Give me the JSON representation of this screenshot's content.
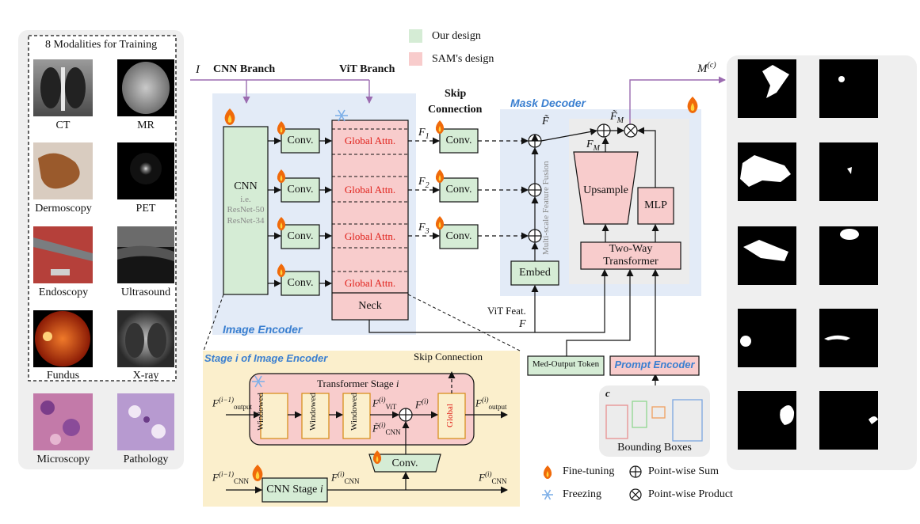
{
  "modalities": {
    "title": "8 Modalities for Training",
    "training": [
      "CT",
      "MR",
      "Dermoscopy",
      "PET",
      "Endoscopy",
      "Ultrasound",
      "Fundus",
      "X-ray"
    ],
    "extra": [
      "Microscopy",
      "Pathology"
    ]
  },
  "legend": {
    "our_design": "Our design",
    "sam_design": "SAM's design",
    "fine_tuning": "Fine-tuning",
    "freezing": "Freezing",
    "point_sum": "Point-wise Sum",
    "point_product": "Point-wise Product",
    "colors": {
      "our": "#d5ecd5",
      "sam": "#f8cccc"
    }
  },
  "encoder": {
    "input": "I",
    "cnn_branch": "CNN Branch",
    "vit_branch": "ViT Branch",
    "skip_connection_line1": "Skip",
    "skip_connection_line2": "Connection",
    "cnn": "CNN",
    "cnn_ie": "i.e.",
    "cnn_r50": "ResNet-50",
    "cnn_r34": "ResNet-34",
    "conv": "Conv.",
    "global_attn": "Global Attn.",
    "neck": "Neck",
    "title": "Image Encoder",
    "f1": "F",
    "f1_sub": "1",
    "f2": "F",
    "f2_sub": "2",
    "f3": "F",
    "f3_sub": "3",
    "vit_feat": "ViT Feat.",
    "f": "F"
  },
  "decoder": {
    "title": "Mask Decoder",
    "msf": "Multi-scale Feature Fusion",
    "embed": "Embed",
    "upsample": "Upsample",
    "mlp": "MLP",
    "twoway1": "Two-Way",
    "twoway2": "Transformer",
    "f_tilde": "F̃",
    "fm_tilde": "F̃",
    "fm_sub": "M",
    "fm": "F",
    "output_label": "M",
    "output_sup": "(c)"
  },
  "prompt": {
    "med_token": "Med-Output Token",
    "encoder": "Prompt Encoder",
    "c": "c",
    "boxes": "Bounding Boxes"
  },
  "stage": {
    "title": "Stage i of Image Encoder",
    "skip": "Skip Connection",
    "transformer": "Transformer Stage",
    "transformer_i": "i",
    "windowed": "Windowed",
    "global": "Global",
    "conv": "Conv.",
    "cnn_stage": "CNN Stage",
    "cnn_stage_i": "i",
    "f_out_in": "F",
    "f_out_in_sup": "(i−1)",
    "f_out_in_sub": "output",
    "f_cnn_in": "F",
    "f_cnn_in_sup": "(i−1)",
    "f_cnn_in_sub": "CNN",
    "f_vit": "F",
    "f_vit_sup": "(i)",
    "f_vit_sub": "ViT",
    "f_i": "F",
    "f_i_sup": "(i)",
    "f_cnn_tilde": "F̃",
    "f_cnn_tilde_sup": "(i)",
    "f_cnn_tilde_sub": "CNN",
    "f_cnn_mid": "F",
    "f_cnn_mid_sup": "(i)",
    "f_cnn_mid_sub": "CNN",
    "f_out": "F",
    "f_out_sup": "(i)",
    "f_out_sub": "output",
    "f_cnn_out": "F",
    "f_cnn_out_sup": "(i)",
    "f_cnn_out_sub": "CNN"
  }
}
